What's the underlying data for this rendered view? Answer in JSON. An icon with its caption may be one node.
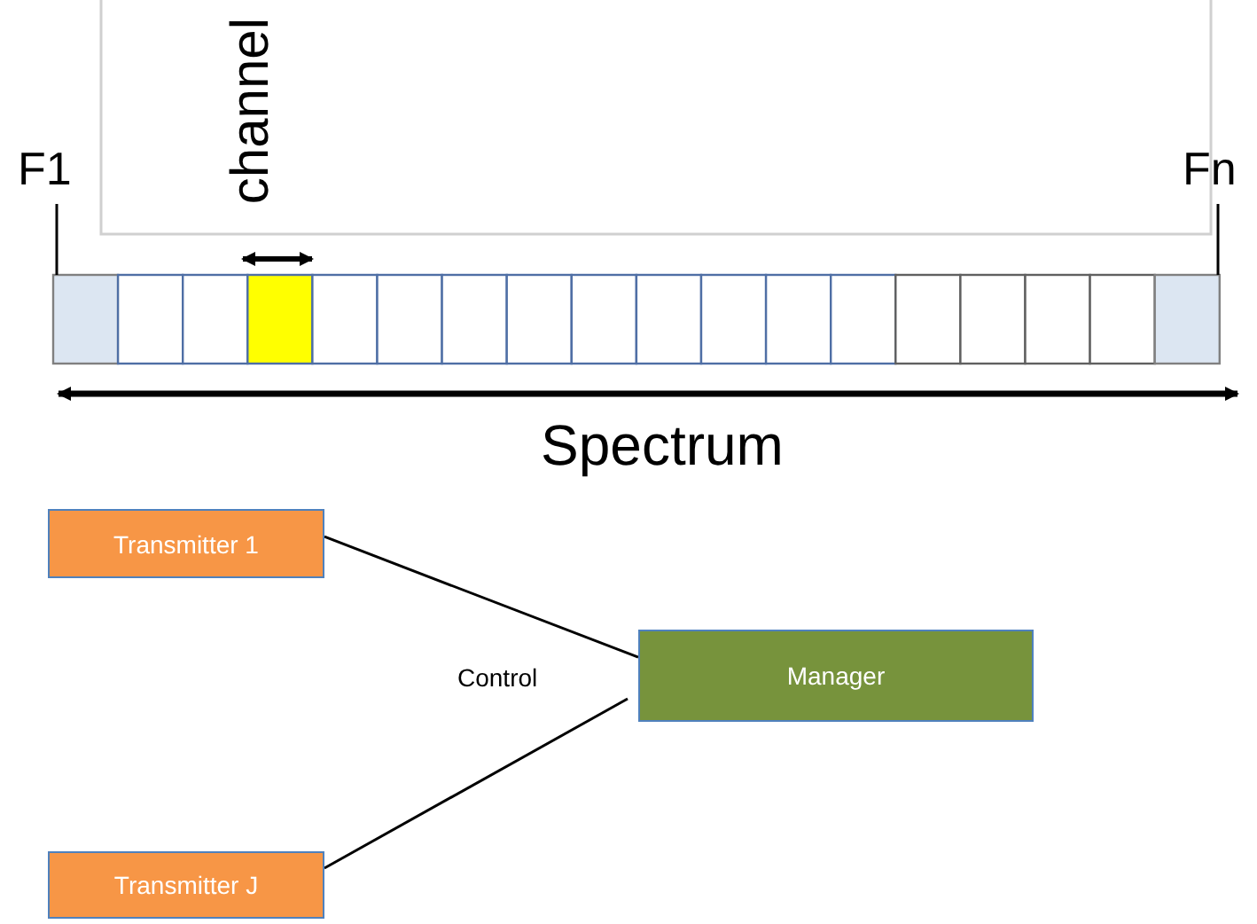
{
  "diagram": {
    "nodes": [
      {
        "text": [
          "Transmitter 1"
        ]
      },
      {
        "text": [
          "Manager"
        ]
      },
      {
        "text": [
          "Transmitter J"
        ]
      }
    ],
    "edges": [
      {
        "from": 0,
        "to": 1,
        "arrow": "none"
      },
      {
        "from": 2,
        "to": 1,
        "arrow": "none"
      }
    ],
    "labels": [
      "F1",
      "channel",
      "Fn",
      "Spectrum",
      "Control"
    ]
  }
}
